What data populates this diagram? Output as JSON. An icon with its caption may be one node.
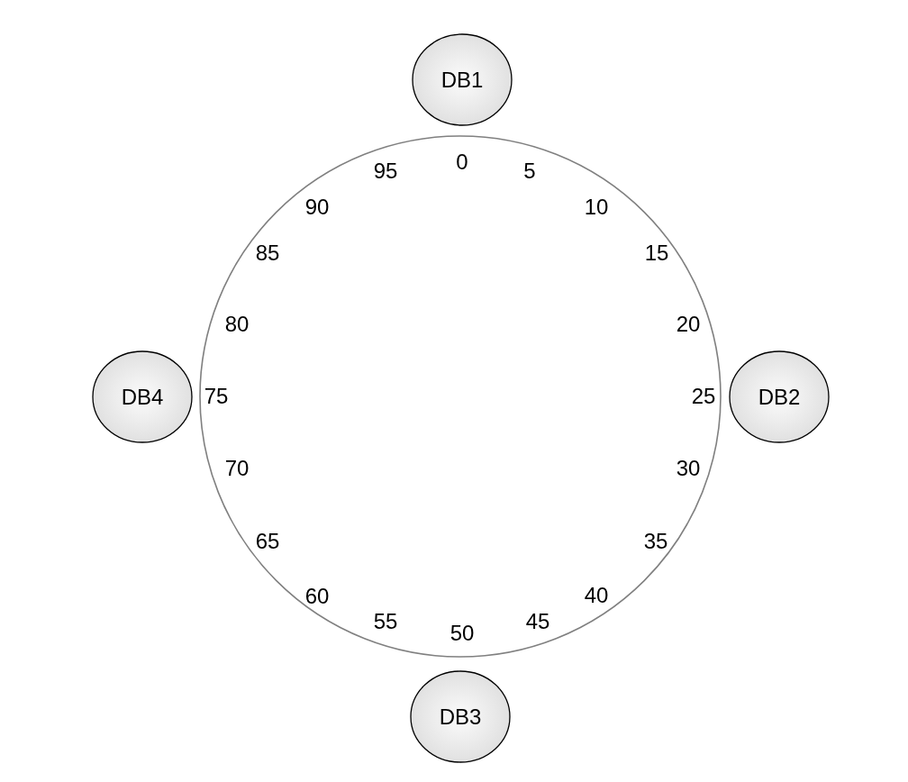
{
  "diagram": {
    "nodes": [
      {
        "text": [
          "DB1"
        ]
      },
      {
        "text": [
          "0",
          "5",
          "10",
          "15",
          "20",
          "25",
          "30",
          "35",
          "40",
          "45",
          "50",
          "55",
          "60",
          "65",
          "70",
          "75",
          "80",
          "85",
          "90",
          "95"
        ]
      },
      {
        "text": [
          "DB4"
        ]
      },
      {
        "text": [
          "DB2"
        ]
      },
      {
        "text": [
          "DB3"
        ]
      }
    ]
  }
}
